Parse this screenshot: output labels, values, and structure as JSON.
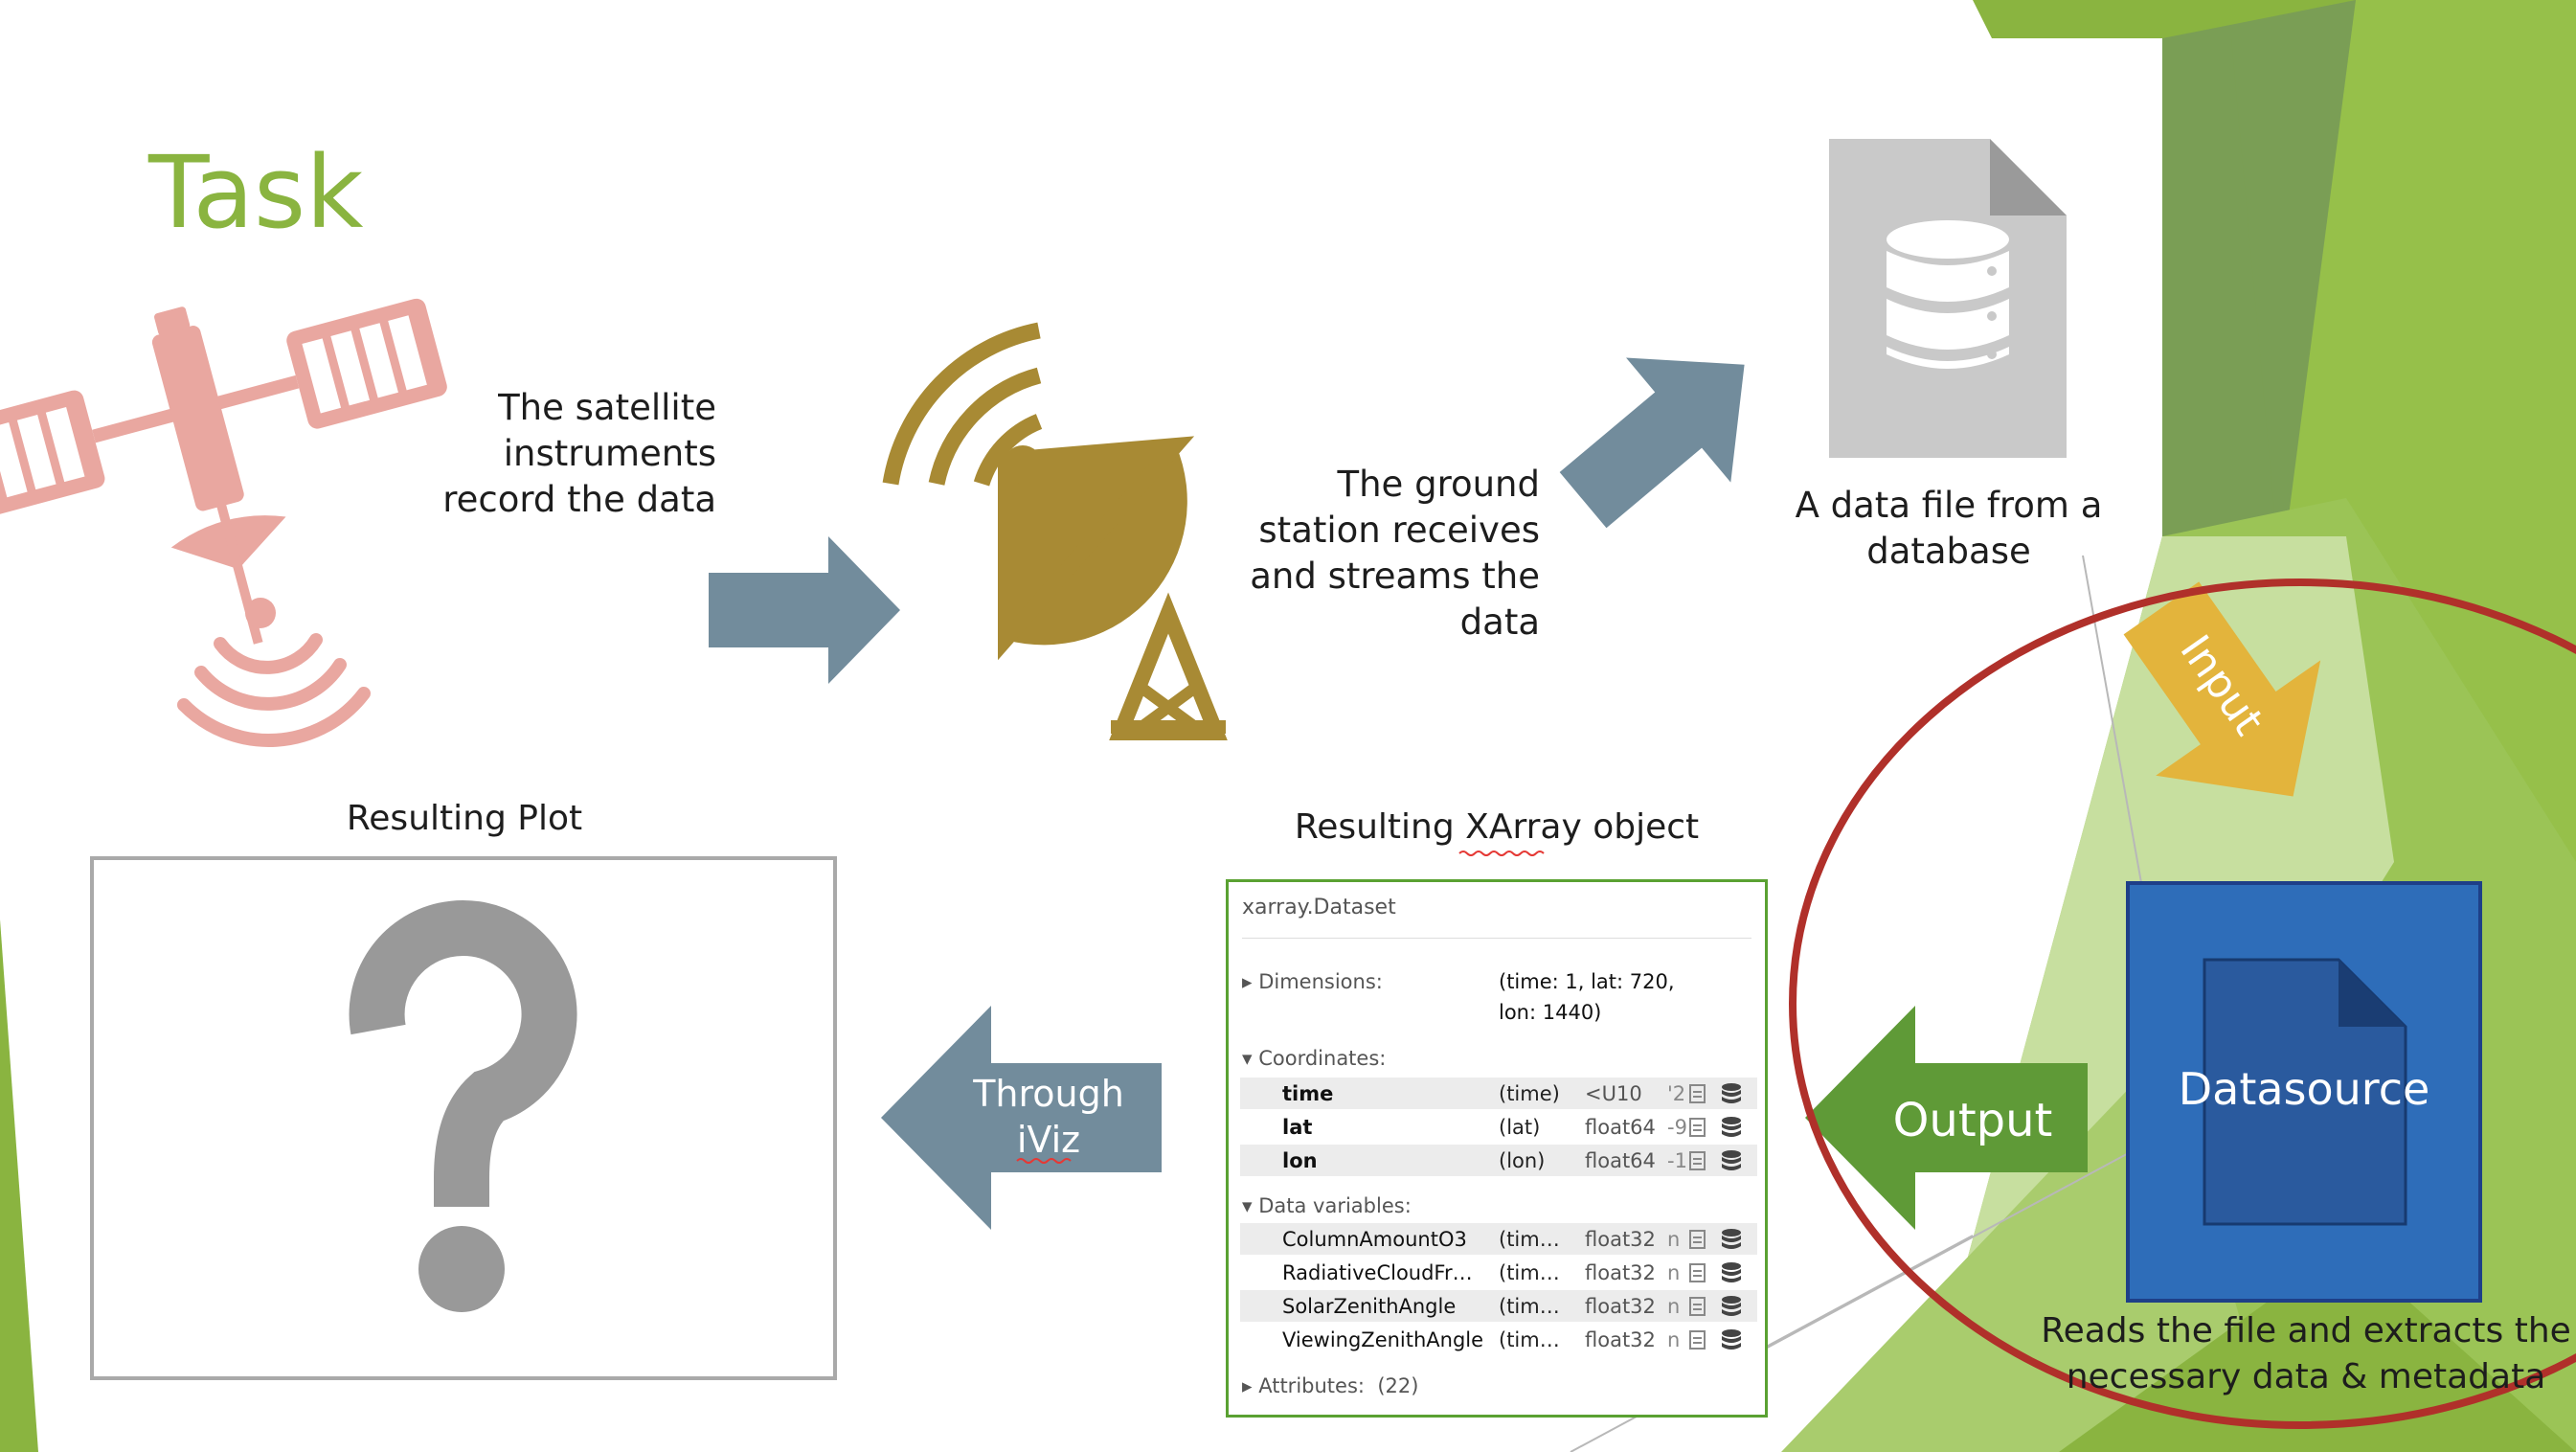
{
  "title": "Task",
  "labels": {
    "satellite_line1": "The satellite",
    "satellite_line2": "instruments",
    "satellite_line3": "record the data",
    "ground_line1": "The ground",
    "ground_line2": "station receives",
    "ground_line3": "and streams the",
    "ground_line4": "data",
    "datafile_line1": "A data file from a",
    "datafile_line2": "database",
    "input": "Input",
    "datasource": "Datasource",
    "output": "Output",
    "reads_line1": "Reads the file and extracts the",
    "reads_line2": "necessary data & metadata",
    "xarray_title": "Resulting XArray object",
    "plot_title": "Resulting Plot",
    "through_line1": "Through",
    "through_line2": "iViz",
    "question_mark": "?"
  },
  "xarray": {
    "header": "xarray.Dataset",
    "dimensions_label": "Dimensions:",
    "dimensions_line1": "(time: 1, lat: 720,",
    "dimensions_line2": "lon: 1440)",
    "coordinates_label": "Coordinates:",
    "coordinates": [
      {
        "name": "time",
        "dims": "(time)",
        "dtype": "<U10",
        "preview": "'2"
      },
      {
        "name": "lat",
        "dims": "(lat)",
        "dtype": "float64",
        "preview": "-9"
      },
      {
        "name": "lon",
        "dims": "(lon)",
        "dtype": "float64",
        "preview": "-1"
      }
    ],
    "data_vars_label": "Data variables:",
    "data_vars": [
      {
        "name": "ColumnAmountO3",
        "dims": "(tim…",
        "dtype": "float32",
        "preview": "n"
      },
      {
        "name": "RadiativeCloudFr…",
        "dims": "(tim…",
        "dtype": "float32",
        "preview": "n"
      },
      {
        "name": "SolarZenithAngle",
        "dims": "(tim…",
        "dtype": "float32",
        "preview": "n"
      },
      {
        "name": "ViewingZenithAngle",
        "dims": "(tim…",
        "dtype": "float32",
        "preview": "n"
      }
    ],
    "attributes_label": "Attributes:",
    "attributes_count": "(22)"
  },
  "colors": {
    "title_green": "#8ab440",
    "satellite_pink": "#e9a7a0",
    "dish_gold": "#a88a34",
    "arrow_slate": "#728c9c",
    "input_yellow": "#e3b43c",
    "output_green": "#5f9a37",
    "datasource_blue": "#2e6db9",
    "ring_red": "#b0302a",
    "db_gray": "#c9c9c9"
  }
}
